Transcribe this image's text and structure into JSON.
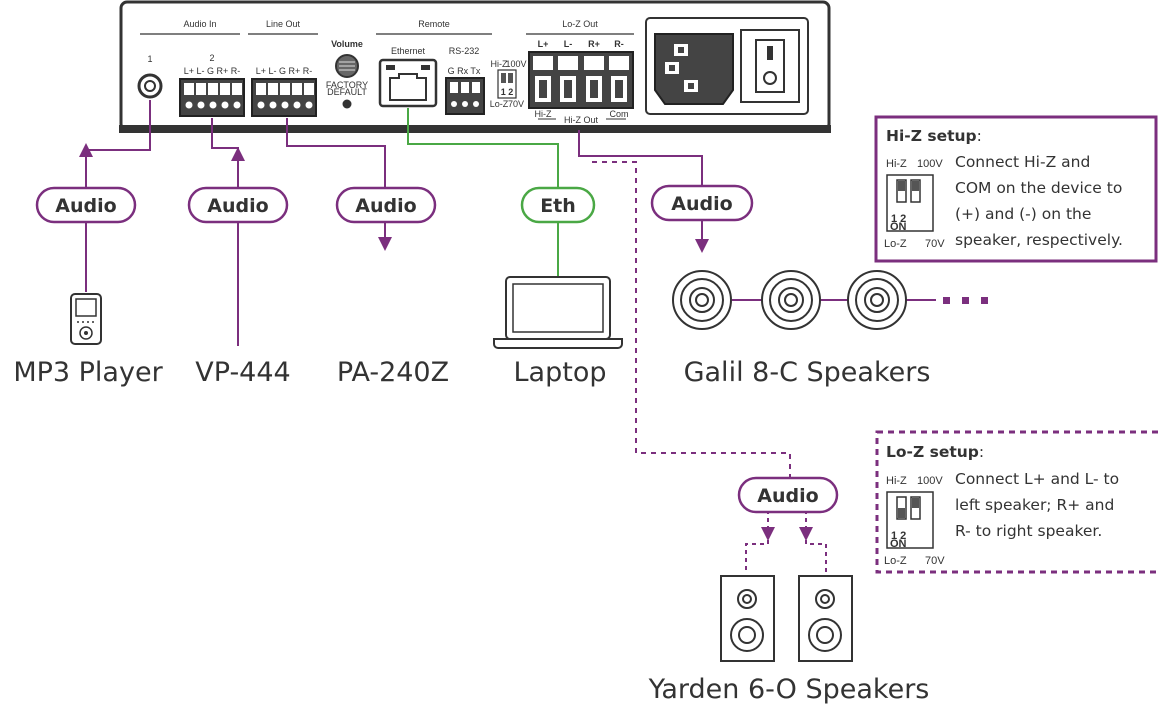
{
  "colors": {
    "audio": "#7b2f7e",
    "eth": "#4aa845",
    "ink": "#333333",
    "panel": "#ffffff"
  },
  "panel": {
    "audio_in": "Audio In",
    "line_out": "Line Out",
    "volume": "Volume",
    "factory_default_1": "FACTORY",
    "factory_default_2": "DEFAULT",
    "remote": "Remote",
    "ethernet": "Ethernet",
    "rs232": "RS-232",
    "rs232_pins": "G  Rx  Tx",
    "lo_z_out": "Lo-Z Out",
    "hi_z_out": "Hi-Z Out",
    "hi_z_small": "Hi-Z",
    "com_small": "Com",
    "port1": "1",
    "port2": "2",
    "pins_in": "L+ L-  G  R+ R-",
    "pins_out": "L+ L-  G  R+ R-",
    "loz_l_plus": "L+",
    "loz_l_minus": "L-",
    "loz_r_plus": "R+",
    "loz_r_minus": "R-",
    "dip_hiz": "Hi-Z",
    "dip_100v": "100V",
    "dip_loz": "Lo-Z",
    "dip_70v": "70V",
    "dip_12": "1 2"
  },
  "pills": {
    "audio_1": "Audio",
    "audio_2": "Audio",
    "audio_3": "Audio",
    "eth": "Eth",
    "audio_4": "Audio",
    "audio_5": "Audio"
  },
  "devices": {
    "mp3": "MP3 Player",
    "vp444": "VP-444",
    "pa240z": "PA-240Z",
    "laptop": "Laptop",
    "galil": "Galil 8-C Speakers",
    "yarden": "Yarden 6-O Speakers"
  },
  "hiz_note": {
    "title": "Hi-Z setup",
    "colon": ":",
    "lines": [
      "Connect Hi-Z and",
      "COM on the device to",
      "(+)  and (-) on the",
      "speaker, respectively."
    ],
    "dip_hiz": "Hi-Z",
    "dip_100v": "100V",
    "dip_loz": "Lo-Z",
    "dip_70v": "70V",
    "dip_on": "ON",
    "dip_12": "1  2"
  },
  "loz_note": {
    "title": "Lo-Z setup",
    "colon": ":",
    "lines": [
      "Connect L+ and L- to",
      "left speaker; R+ and",
      "R- to right  speaker."
    ],
    "dip_hiz": "Hi-Z",
    "dip_100v": "100V",
    "dip_loz": "Lo-Z",
    "dip_70v": "70V",
    "dip_on": "ON",
    "dip_12": "1  2"
  }
}
